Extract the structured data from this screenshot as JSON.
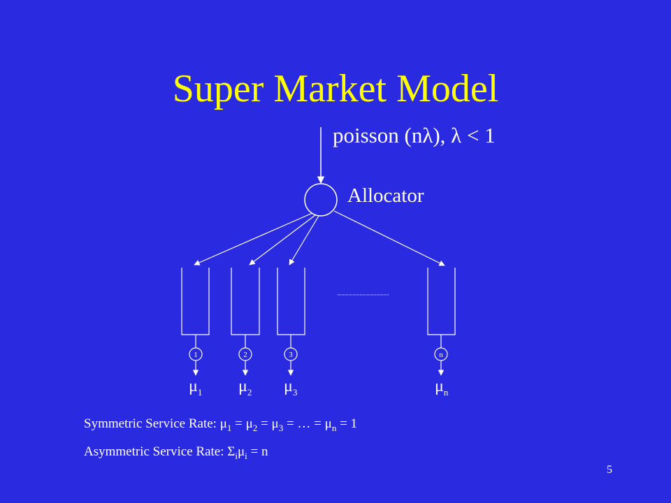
{
  "title": "Super Market Model",
  "arrival": "poisson (nλ), λ < 1",
  "allocator": "Allocator",
  "servers": [
    {
      "id": "1",
      "mu_sym": "μ",
      "mu_sub": "1"
    },
    {
      "id": "2",
      "mu_sym": "μ",
      "mu_sub": "2"
    },
    {
      "id": "3",
      "mu_sym": "μ",
      "mu_sub": "3"
    },
    {
      "id": "n",
      "mu_sym": "μ",
      "mu_sub": "n"
    }
  ],
  "symmetric": {
    "label": "Symmetric Service Rate: ",
    "t1": "μ",
    "s1": "1",
    "t2": " = μ",
    "s2": "2",
    "t3": " = μ",
    "s3": "3",
    "t4": " = … = μ",
    "s4": "n",
    "t5": " = 1"
  },
  "asymmetric": {
    "label": "Asymmetric Service Rate: ",
    "t1": "Σ",
    "s1": "i",
    "t2": "μ",
    "s2": "i",
    "t3": " = n"
  },
  "page_number": "5",
  "colors": {
    "background": "#2a2ae0",
    "title": "#ffff00",
    "text": "#ffffff"
  }
}
